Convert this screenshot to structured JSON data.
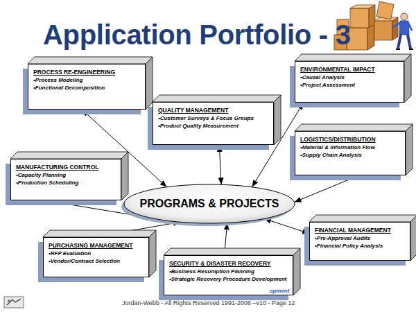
{
  "diagram": {
    "title": "Application Portfolio - 3",
    "nodes": [
      {
        "text": [
          "PROCESS RE-ENGINEERING",
          "•Process Modeling",
          "•Functional Decomposition"
        ]
      },
      {
        "text": [
          "ENVIRONMENTAL IMPACT",
          "•Causal Analysis",
          "•Project Assessment"
        ]
      },
      {
        "text": [
          "QUALITY MANAGEMENT",
          "•Customer Surveys & Focus Groups",
          "•Product Quality Measurement"
        ]
      },
      {
        "text": [
          "LOGISTICS/DISTRIBUTION",
          "•Material & Information Flow",
          "•Supply Chain Analysis"
        ]
      },
      {
        "text": [
          "MANUFACTURING CONTROL",
          "•Capacity Planning",
          "•Production Scheduling"
        ]
      },
      {
        "text": [
          "PROGRAMS & PROJECTS"
        ]
      },
      {
        "text": [
          "PURCHASING MANAGEMENT",
          "•RFP Evaluation",
          "•Vendor/Contract Selection"
        ]
      },
      {
        "text": [
          "FINANCIAL MANAGEMENT",
          "•Pre-Approval Audits",
          "•Financial Policy Analysis"
        ]
      },
      {
        "text": [
          "SECURITY & DISASTER RECOVERY",
          "•Business Resumption Planning",
          "•Strategic Recovery Procedure Development"
        ]
      }
    ],
    "edges": [
      {
        "from": 0,
        "to": 5,
        "arrow": "both"
      },
      {
        "from": 1,
        "to": 5,
        "arrow": "both"
      },
      {
        "from": 2,
        "to": 5,
        "arrow": "both"
      },
      {
        "from": 3,
        "to": 5,
        "arrow": "both"
      },
      {
        "from": 4,
        "to": 5,
        "arrow": "both"
      },
      {
        "from": 6,
        "to": 5,
        "arrow": "both"
      },
      {
        "from": 7,
        "to": 5,
        "arrow": "both"
      },
      {
        "from": 8,
        "to": 5,
        "arrow": "both"
      }
    ],
    "labels": [
      "opment",
      "Jordan-Webb - All Rights Reserved 1991-2006 –v10 - Page 12"
    ]
  }
}
